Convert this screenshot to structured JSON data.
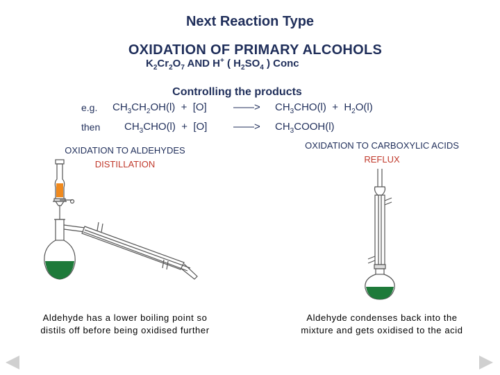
{
  "title": "Next Reaction Type",
  "heading": "OXIDATION OF PRIMARY ALCOHOLS",
  "reagent": {
    "k": "K",
    "k_sub": "2",
    "cr": "Cr",
    "cr_sub": "2",
    "o": "O",
    "o_sub": "7",
    "and_h": " AND H",
    "h_sup": "+",
    "paren_open": " ( H",
    "h_sub": "2",
    "so": "SO",
    "so_sub": "4",
    "tail": " ) Conc"
  },
  "controlling": "Controlling the products",
  "eq1": {
    "label": "e.g.",
    "r_ch": "CH",
    "r_sub1": "3",
    "r_mid": "CH",
    "r_sub2": "2",
    "r_tail": "OH(l)  +  [O]",
    "arrow": "——>",
    "p_ch": "CH",
    "p_sub1": "3",
    "p_tail": "CHO(l)  +  H",
    "p_sub2": "2",
    "p_end": "O(l)"
  },
  "eq2": {
    "label": "then",
    "r_ch": "CH",
    "r_sub1": "3",
    "r_tail": "CHO(l)  +  [O]",
    "arrow": "——>",
    "p_ch": "CH",
    "p_sub1": "3",
    "p_tail": "COOH(l)"
  },
  "left": {
    "title": "OXIDATION TO ALDEHYDES",
    "subtitle": "DISTILLATION",
    "caption1": "Aldehyde has a lower boiling point so",
    "caption2": "distils off before being oxidised further"
  },
  "right": {
    "title": "OXIDATION TO CARBOXYLIC ACIDS",
    "subtitle": "REFLUX",
    "caption1": "Aldehyde condenses back into the",
    "caption2": "mixture and gets oxidised to the acid"
  },
  "colors": {
    "heading": "#1f2e5a",
    "subtitle": "#c0392b",
    "orange_liquid": "#f08a1e",
    "green_liquid": "#1e7a3a",
    "nav": "#d0d0d0"
  }
}
